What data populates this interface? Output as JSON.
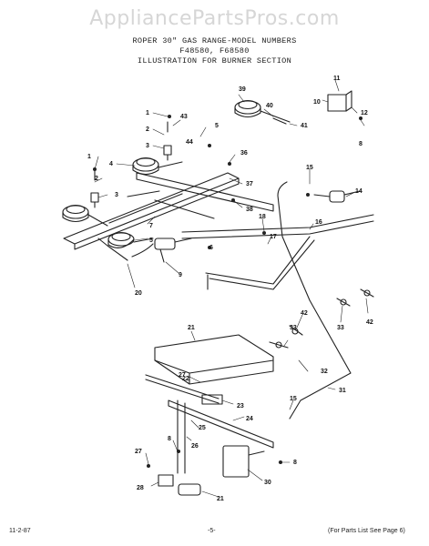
{
  "watermark": "AppliancePartsPros.com",
  "header": {
    "line1": "ROPER 30\" GAS RANGE-MODEL NUMBERS",
    "line2": "F48580, F68580",
    "line3": "ILLUSTRATION FOR BURNER SECTION"
  },
  "footer": {
    "date": "11-2-87",
    "page": "-5-",
    "note": "(For Parts List See Page 6)"
  },
  "callouts": [
    {
      "n": "1"
    },
    {
      "n": "43"
    },
    {
      "n": "2"
    },
    {
      "n": "3"
    },
    {
      "n": "44"
    },
    {
      "n": "5"
    },
    {
      "n": "1"
    },
    {
      "n": "4"
    },
    {
      "n": "2"
    },
    {
      "n": "3"
    },
    {
      "n": "7"
    },
    {
      "n": "5"
    },
    {
      "n": "20"
    },
    {
      "n": "6"
    },
    {
      "n": "9"
    },
    {
      "n": "36"
    },
    {
      "n": "37"
    },
    {
      "n": "38"
    },
    {
      "n": "39"
    },
    {
      "n": "40"
    },
    {
      "n": "41"
    },
    {
      "n": "11"
    },
    {
      "n": "10"
    },
    {
      "n": "12"
    },
    {
      "n": "8"
    },
    {
      "n": "15"
    },
    {
      "n": "14"
    },
    {
      "n": "16"
    },
    {
      "n": "18"
    },
    {
      "n": "17"
    },
    {
      "n": "33"
    },
    {
      "n": "42"
    },
    {
      "n": "42"
    },
    {
      "n": "33"
    },
    {
      "n": "32"
    },
    {
      "n": "21"
    },
    {
      "n": "22"
    },
    {
      "n": "27"
    },
    {
      "n": "23"
    },
    {
      "n": "25"
    },
    {
      "n": "24"
    },
    {
      "n": "15"
    },
    {
      "n": "31"
    },
    {
      "n": "8"
    },
    {
      "n": "26"
    },
    {
      "n": "27"
    },
    {
      "n": "28"
    },
    {
      "n": "21"
    },
    {
      "n": "30"
    },
    {
      "n": "8"
    }
  ]
}
